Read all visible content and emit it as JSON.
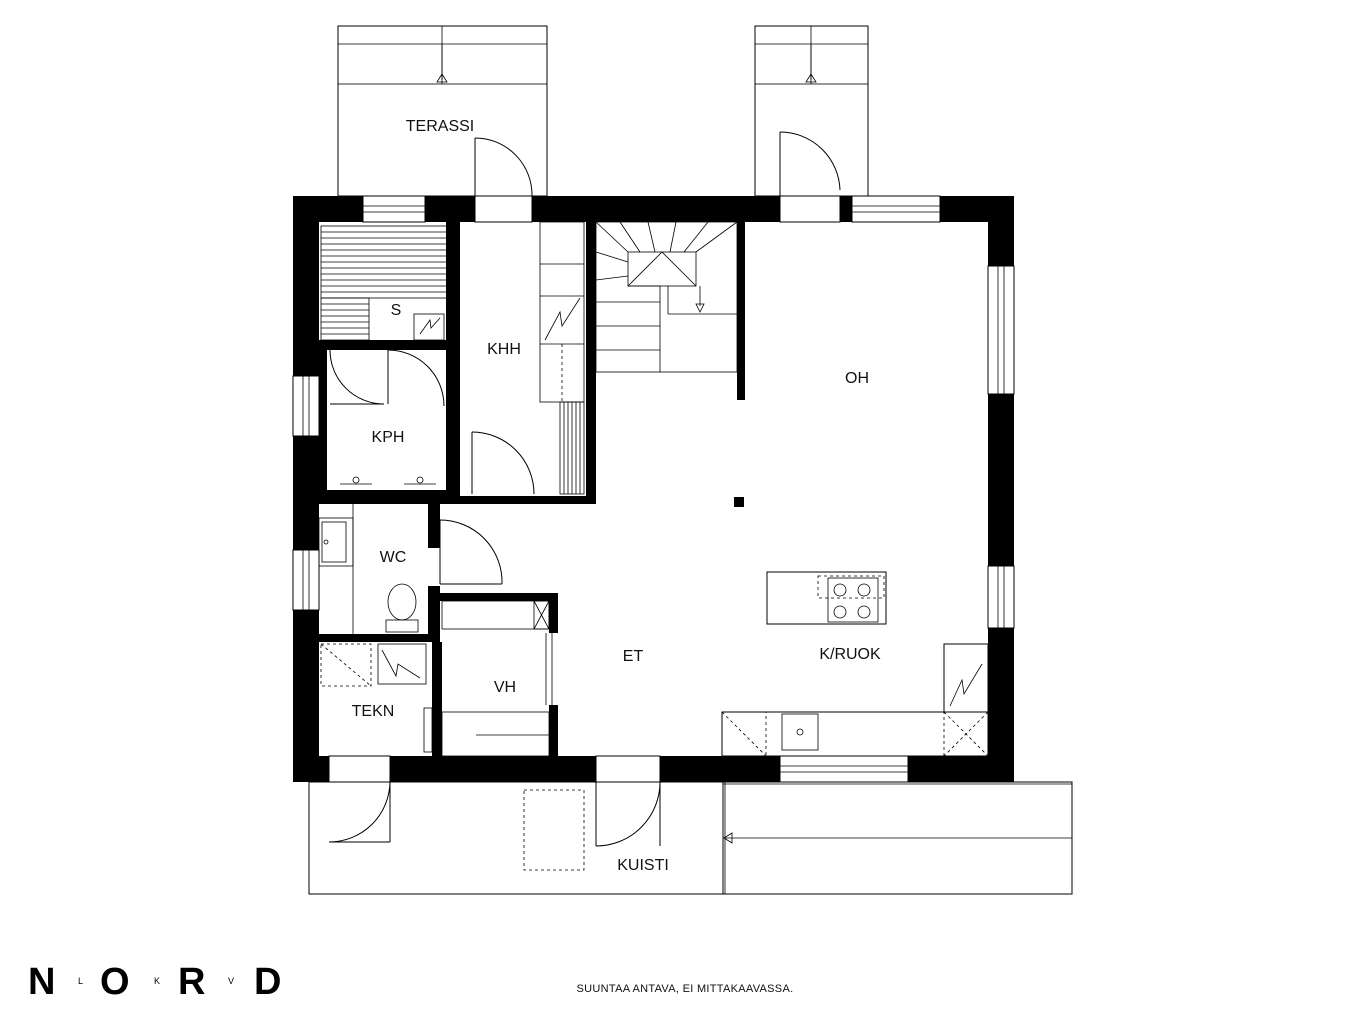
{
  "rooms": {
    "terassi": "TERASSI",
    "sauna": "S",
    "khh": "KHH",
    "oh": "OH",
    "kph": "KPH",
    "wc": "WC",
    "et": "ET",
    "k_ruok": "K/RUOK",
    "vh": "VH",
    "tekn": "TEKN",
    "kuisti": "KUISTI"
  },
  "logo": {
    "letters": [
      "N",
      "L",
      "O",
      "K",
      "R",
      "V",
      "D"
    ]
  },
  "disclaimer": "SUUNTAA ANTAVA, EI MITTAKAAVASSA."
}
